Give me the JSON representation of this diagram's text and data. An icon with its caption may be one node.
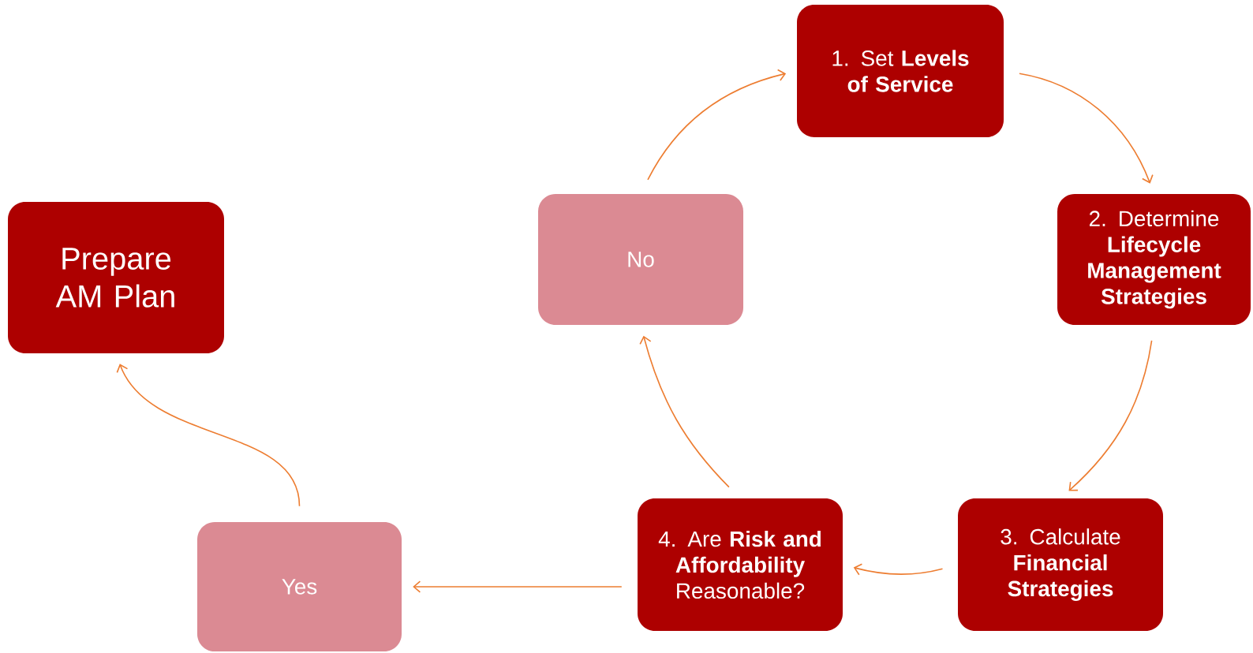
{
  "diagram": {
    "nodes": [
      {
        "text": [
          "1. Set **Levels of Service**"
        ]
      },
      {
        "text": [
          "2. Determine **Lifecycle Management Strategies**"
        ]
      },
      {
        "text": [
          "3. Calculate **Financial Strategies**"
        ]
      },
      {
        "text": [
          "4. Are **Risk and Affordability** Reasonable?"
        ]
      },
      {
        "text": [
          "No"
        ]
      },
      {
        "text": [
          "Yes"
        ]
      },
      {
        "text": [
          "Prepare AM Plan"
        ]
      }
    ],
    "edges": [
      {
        "from": 0,
        "to": 1,
        "arrow": "to"
      },
      {
        "from": 1,
        "to": 2,
        "arrow": "to"
      },
      {
        "from": 2,
        "to": 3,
        "arrow": "to"
      },
      {
        "from": 3,
        "to": 4,
        "arrow": "to"
      },
      {
        "from": 4,
        "to": 0,
        "arrow": "to"
      },
      {
        "from": 3,
        "to": 5,
        "arrow": "to"
      },
      {
        "from": 5,
        "to": 6,
        "arrow": "to"
      }
    ]
  }
}
